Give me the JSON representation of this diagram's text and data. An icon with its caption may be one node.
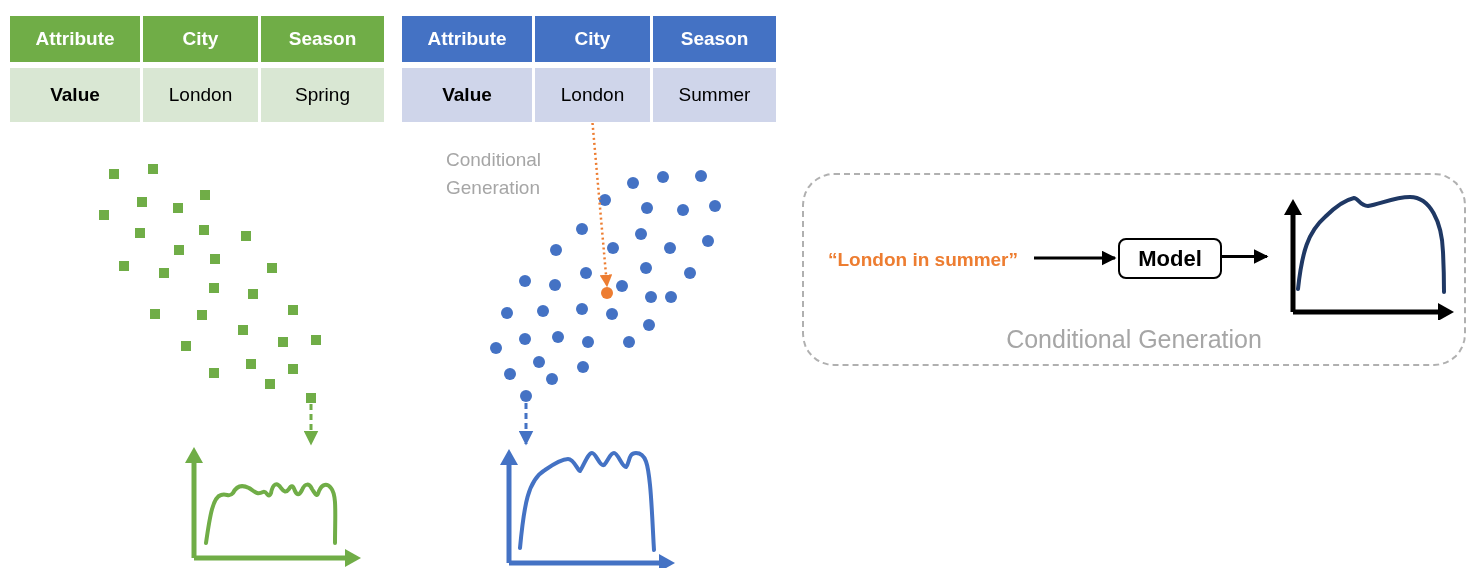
{
  "diagram": {
    "nodes": [
      {
        "text": [
          "Attribute"
        ]
      },
      {
        "text": [
          "City"
        ]
      },
      {
        "text": [
          "Season"
        ]
      },
      {
        "text": [
          "Value"
        ]
      },
      {
        "text": [
          "London"
        ]
      },
      {
        "text": [
          "Spring"
        ]
      },
      {
        "text": [
          "Attribute"
        ]
      },
      {
        "text": [
          "City"
        ]
      },
      {
        "text": [
          "Season"
        ]
      },
      {
        "text": [
          "Value"
        ]
      },
      {
        "text": [
          "London"
        ]
      },
      {
        "text": [
          "Summer"
        ]
      },
      {
        "text": [],
        "shape": "box"
      },
      {
        "text": [],
        "shape": "picture"
      },
      {
        "text": [],
        "shape": "circle"
      },
      {
        "text": [],
        "shape": "circle"
      },
      {
        "text": [],
        "shape": "picture"
      },
      {
        "text": [
          "Conditional Generation"
        ]
      },
      {
        "text": [
          "“London in summer”"
        ],
        "in": 17
      },
      {
        "text": [
          "Model"
        ],
        "in": 17
      },
      {
        "text": [],
        "shape": "picture",
        "in": 17
      }
    ],
    "edges": [
      {
        "from": 12,
        "to": 13,
        "arrow": "to",
        "style": "dashed",
        "color": "#70ad47"
      },
      {
        "from": 10,
        "to": 14,
        "arrow": "to",
        "style": "dashed",
        "color": "#ed7d31"
      },
      {
        "from": 15,
        "to": 16,
        "arrow": "to",
        "style": "dashed",
        "color": "#4472c4"
      },
      {
        "from": 18,
        "to": 19,
        "arrow": "to"
      },
      {
        "from": 19,
        "to": 20,
        "arrow": "to"
      }
    ],
    "labels": [
      "Conditional Generation"
    ]
  }
}
